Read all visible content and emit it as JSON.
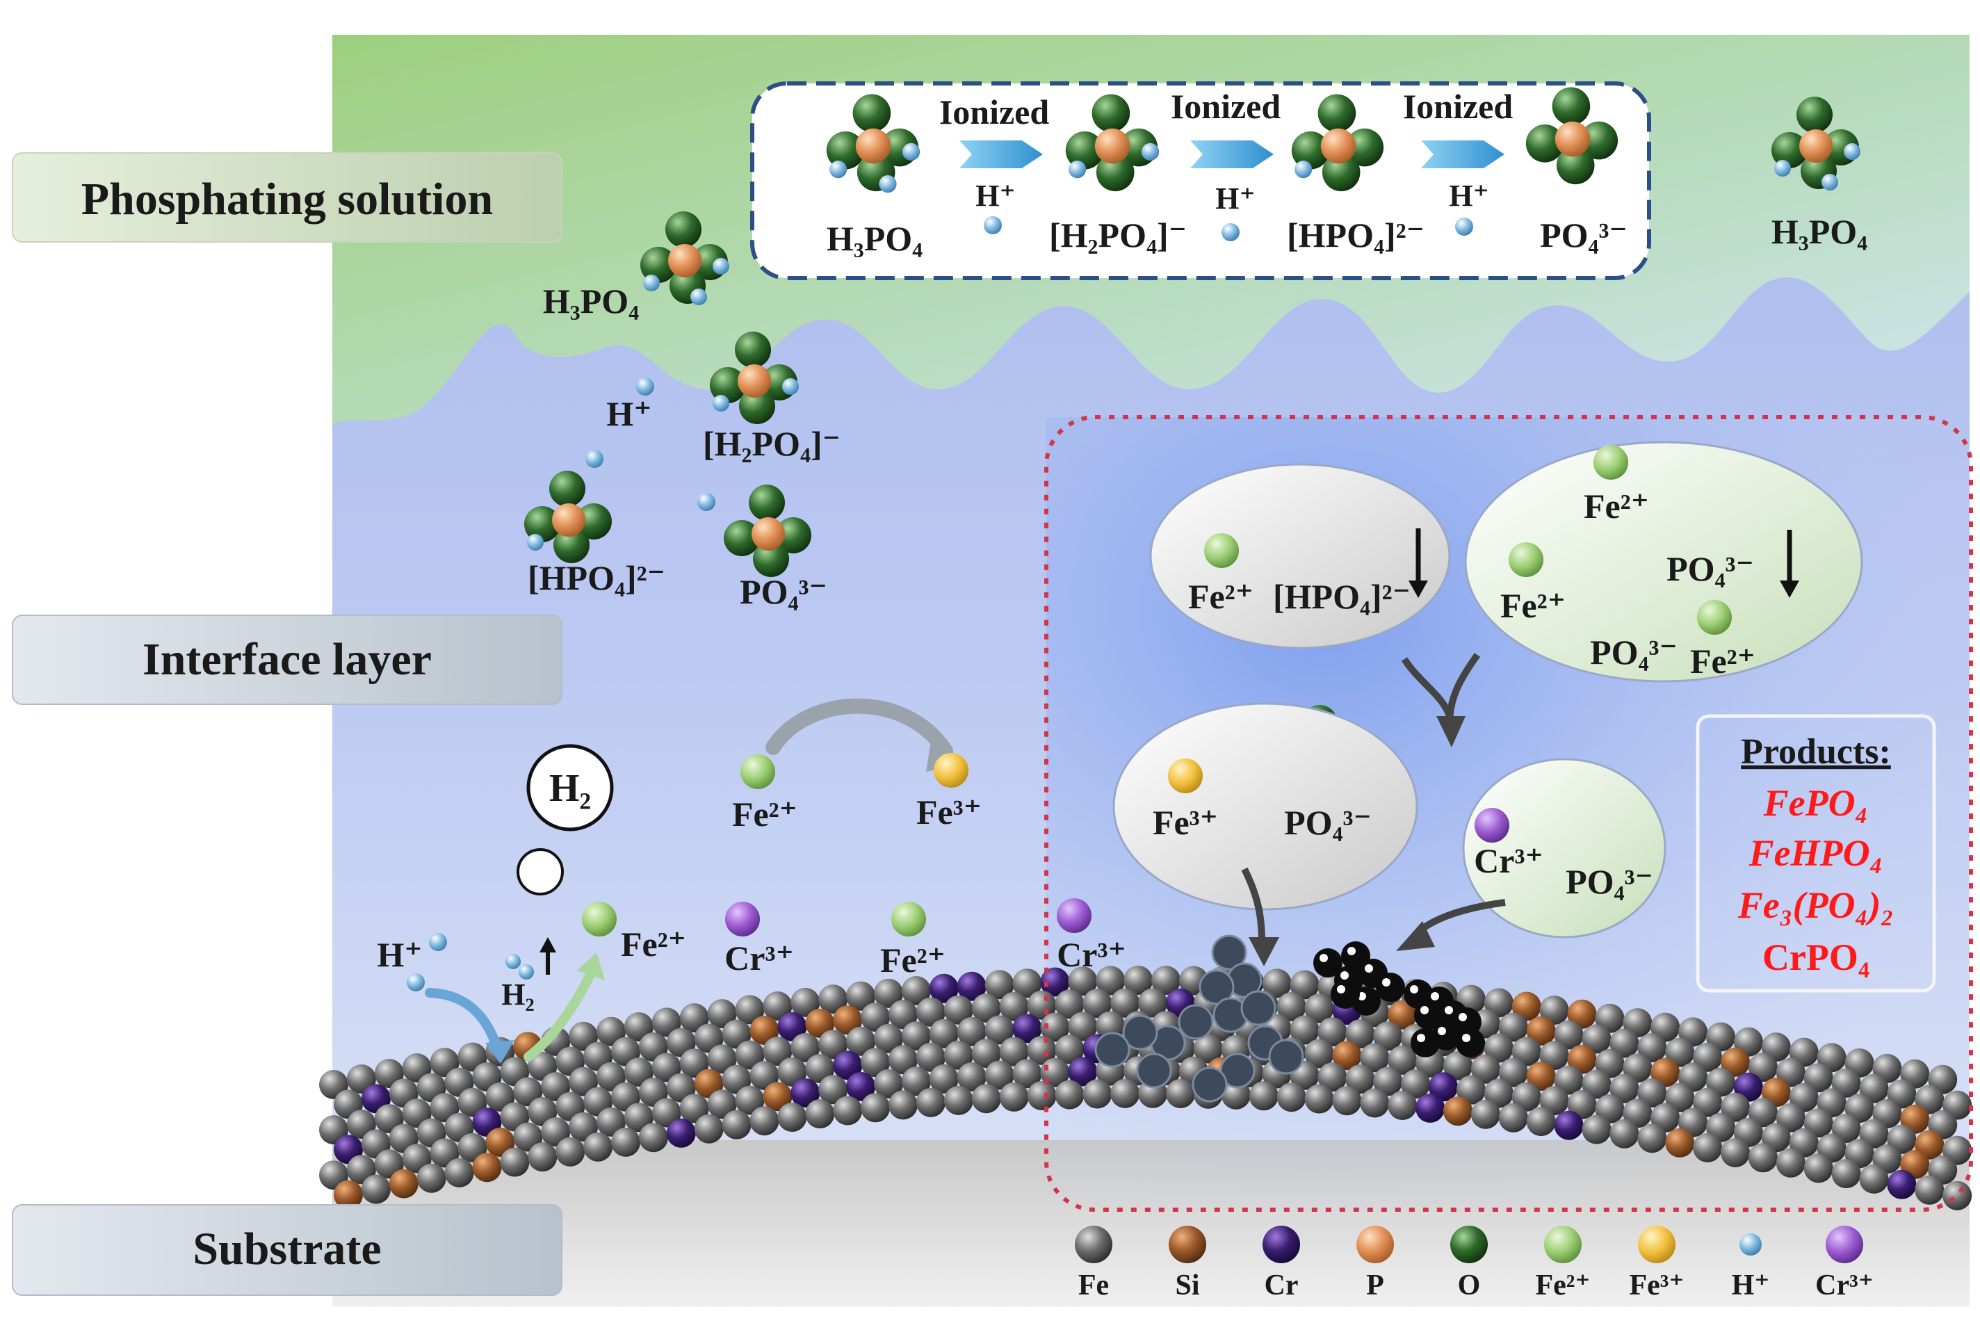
{
  "layers": {
    "solution": "Phosphating solution",
    "interface": "Interface layer",
    "substrate": "Substrate"
  },
  "ionization": {
    "step_label": "Ionized",
    "proton": "H⁺",
    "species": [
      "H₃PO₄",
      "[H₂PO₄]⁻",
      "[HPO₄]²⁻",
      "PO₄³⁻"
    ]
  },
  "solution_species": {
    "h3po4_right": "H₃PO₄",
    "h3po4_left": "H₃PO₄",
    "h_plus": "H⁺",
    "h2po4": "[H₂PO₄]⁻",
    "hpo4": "[HPO₄]²⁻",
    "po4": "PO₄³⁻"
  },
  "interface_species": {
    "h2_bubble": "H₂",
    "fe2_oxidation": "Fe²⁺",
    "fe3_oxidation": "Fe³⁺",
    "h_plus_surface": "H⁺",
    "h2_surface": "H₂",
    "fe2_released": "Fe²⁺",
    "cr3_a": "Cr³⁺",
    "fe2_b": "Fe²⁺",
    "cr3_b": "Cr³⁺"
  },
  "reaction_zone": {
    "bubble1": {
      "a": "Fe²⁺",
      "b": "[HPO₄]²⁻"
    },
    "bubble2": {
      "fe2_top": "Fe²⁺",
      "fe2_left": "Fe²⁺",
      "po4_top": "PO₄³⁻",
      "po4_bottom": "PO₄³⁻",
      "fe2_bottom": "Fe²⁺"
    },
    "bubble3": {
      "a": "Fe³⁺",
      "b": "PO₄³⁻"
    },
    "bubble4": {
      "a": "Cr³⁺",
      "b": "PO₄³⁻"
    }
  },
  "products": {
    "title": "Products:",
    "items": [
      "FePO₄",
      "FeHPO₄",
      "Fe₃(PO₄)₂",
      "CrPO₄"
    ]
  },
  "legend": [
    {
      "label": "Fe",
      "color": "#6e6e6e"
    },
    {
      "label": "Si",
      "color": "#9c5a2a"
    },
    {
      "label": "Cr",
      "color": "#3b1e70"
    },
    {
      "label": "P",
      "color": "#e4935a"
    },
    {
      "label": "O",
      "color": "#2f6b2c"
    },
    {
      "label": "Fe²⁺",
      "color": "#9ccf73"
    },
    {
      "label": "Fe³⁺",
      "color": "#f2c13d"
    },
    {
      "label": "H⁺",
      "color": "#7ab6e0"
    },
    {
      "label": "Cr³⁺",
      "color": "#9b5ad0"
    }
  ]
}
